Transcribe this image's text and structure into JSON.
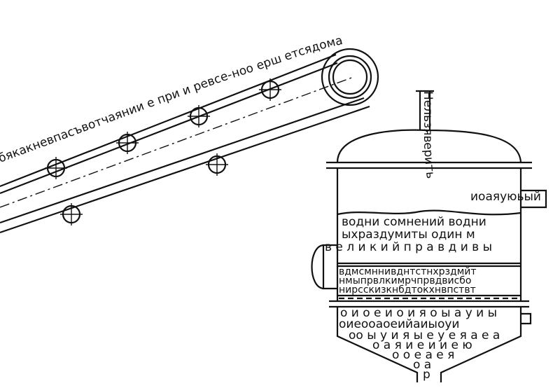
{
  "conveyor": {
    "belt_text": "бякакневпасъвотчаянии е при и ревсе-ноо ерш етсядома"
  },
  "tower": {
    "nozzle_text": "Нельзяверить",
    "side_text": "иоаяуюьый",
    "layers": [
      "водни сомнений водни",
      "ыхраздумиты один м",
      "в е л и к и й  п р а в д и в ы",
      "вдмсмннивднтстнхрздмйт",
      "нмыпрвлкимрчпрвдвисбо",
      "нирсскизкнбдтокхнвпствт",
      "о и   о е и о и я о ы  а у и ы",
      "оиеооаоеийаиыоуи",
      "оо ы у и я ы е у е   я а е а",
      "о а я и е и и е ю",
      "о   о е  а е я",
      "о а",
      "р"
    ]
  },
  "colors": {
    "ink": "#111111",
    "background": "#ffffff"
  }
}
